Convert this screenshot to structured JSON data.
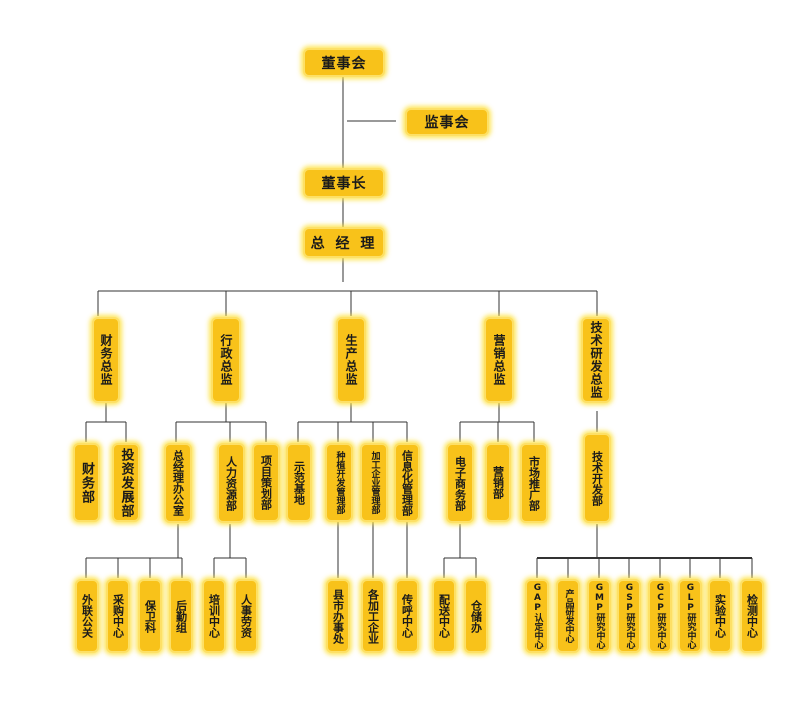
{
  "colors": {
    "box_fill": "#f8c21a",
    "box_glow": "#fde066",
    "line": "#333333"
  },
  "nodes": {
    "board": "董事会",
    "supervisors": "监事会",
    "chairman": "董事长",
    "gm": "总 经 理",
    "finance_director": "财务总监",
    "admin_director": "行政总监",
    "production_director": "生产总监",
    "marketing_director": "营销总监",
    "tech_director": "技术研发总监",
    "finance_dept": "财务部",
    "investment_dept": "投资发展部",
    "gm_office": "总经理办公室",
    "hr_dept": "人力资源部",
    "project_dept": "项目策划部",
    "demo_base": "示范基地",
    "planting_dept": "种植开发管理部",
    "processing_dept": "加工企业管理部",
    "it_dept": "信息化管理部",
    "ecommerce_dept": "电子商务部",
    "sales_dept": "营销部",
    "market_dept": "市场推广部",
    "tech_dept": "技术开发部",
    "external_pr": "外联公关",
    "purchasing": "采购中心",
    "security": "保卫科",
    "logistics": "后勤组",
    "training": "培训中心",
    "personnel": "人事劳资",
    "county_office": "县市办事处",
    "processing_ent": "各加工企业",
    "call_center": "传呼中心",
    "delivery": "配送中心",
    "storage": "仓储办",
    "gap_cert": "GAP认定中心",
    "product_rd": "产品研发中心",
    "gmp_rd": "GMP研究中心",
    "gsp_rd": "GSP研究中心",
    "gcp_rd": "GCP研究中心",
    "glp_rd": "GLP研究中心",
    "lab": "实验中心",
    "testing": "检测中心"
  }
}
